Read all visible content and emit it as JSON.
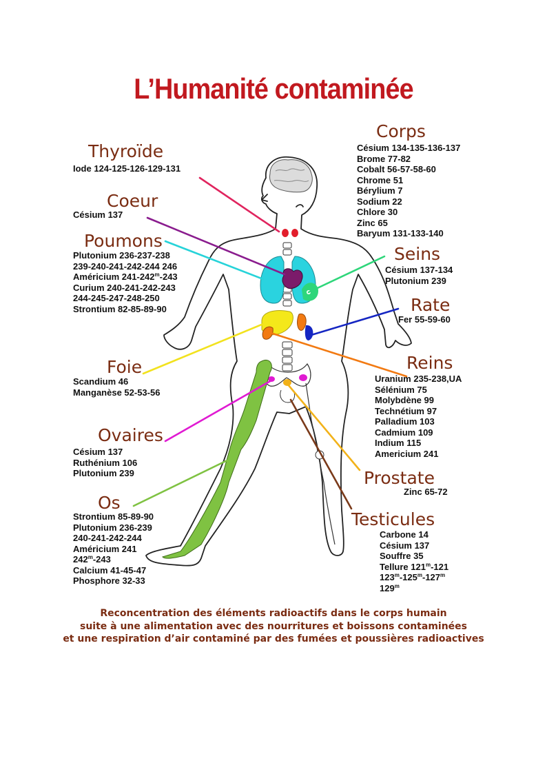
{
  "title": "L’Humanité contaminée",
  "organs": {
    "thyroide": {
      "label": "Thyroïde",
      "items": [
        "Iode 124-125-126-129-131"
      ]
    },
    "coeur": {
      "label": "Coeur",
      "items": [
        "Césium 137"
      ]
    },
    "poumons": {
      "label": "Poumons",
      "items": [
        "Plutonium 236-237-238",
        "239-240-241-242-244 246",
        "Américium 241-242^m-243",
        "Curium 240-241-242-243",
        "244-245-247-248-250",
        "Strontium 82-85-89-90"
      ]
    },
    "foie": {
      "label": "Foie",
      "items": [
        "Scandium 46",
        "Manganèse 52-53-56"
      ]
    },
    "ovaires": {
      "label": "Ovaires",
      "items": [
        "Césium 137",
        "Ruthénium 106",
        "Plutonium 239"
      ]
    },
    "os": {
      "label": "Os",
      "items": [
        "Strontium 85-89-90",
        "Plutonium 236-239",
        "240-241-242-244",
        "Américium 241",
        "242^m-243",
        "Calcium 41-45-47",
        "Phosphore 32-33"
      ]
    },
    "corps": {
      "label": "Corps",
      "items": [
        "Césium 134-135-136-137",
        "Brome 77-82",
        "Cobalt 56-57-58-60",
        "Chrome 51",
        "Bérylium 7",
        "Sodium 22",
        "Chlore 30",
        "Zinc 65",
        "Baryum 131-133-140"
      ]
    },
    "seins": {
      "label": "Seins",
      "items": [
        "Césium 137-134",
        "Plutonium 239"
      ]
    },
    "rate": {
      "label": "Rate",
      "items": [
        "Fer 55-59-60"
      ]
    },
    "reins": {
      "label": "Reins",
      "items": [
        "Uranium 235-238,UA",
        "Sélénium 75",
        "Molybdène 99",
        "Technétium 97",
        "Palladium 103",
        "Cadmium 109",
        "Indium 115",
        "Americium 241"
      ]
    },
    "prostate": {
      "label": "Prostate",
      "items": [
        "Zinc 65-72"
      ]
    },
    "testicules": {
      "label": "Testicules",
      "items": [
        "Carbone 14",
        "Césium 137",
        "Souffre 35",
        "Tellure 121^m-121",
        "123^m-125^m-127^m",
        "129^m"
      ]
    }
  },
  "caption": [
    "Reconcentration des éléments radioactifs dans le corps humain",
    "suite à une alimentation avec des nourritures et boissons contaminées",
    "et une respiration d’air contaminé par des fumées et poussières radioactives"
  ],
  "colors": {
    "title": "#c1191f",
    "label": "#7a2c12",
    "thyroide_line": "#e0245e",
    "coeur_line": "#8a1c8e",
    "poumons_line": "#27d3d9",
    "seins_line": "#2ed67a",
    "rate_line": "#1526c2",
    "foie_line": "#f2e21e",
    "reins_line": "#f27a12",
    "ovaires_line": "#e01ad2",
    "os_line": "#7fc242",
    "prostate_line": "#f2b21a",
    "testicules_line": "#7a3a1a"
  }
}
